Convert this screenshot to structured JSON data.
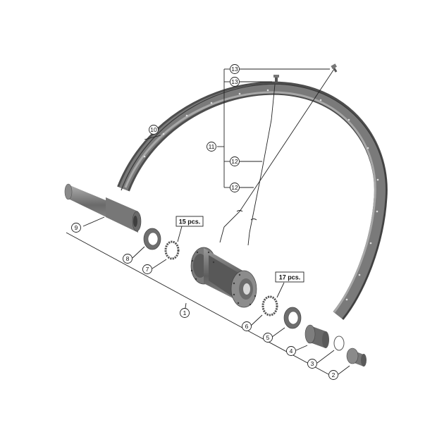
{
  "callouts": {
    "c1": "1",
    "c2": "2",
    "c3": "3",
    "c4": "4",
    "c5": "5",
    "c6": "6",
    "c7": "7",
    "c8": "8",
    "c9": "9",
    "c10": "10",
    "c11": "11",
    "c12a": "12",
    "c12b": "12",
    "c13a": "13",
    "c13b": "13"
  },
  "quantities": {
    "left_balls": "15 pcs.",
    "right_balls": "17 pcs."
  },
  "colors": {
    "part_dark": "#5d5d5d",
    "part_mid": "#8a8a8a",
    "part_light": "#c4c4c4",
    "line": "#222222"
  }
}
